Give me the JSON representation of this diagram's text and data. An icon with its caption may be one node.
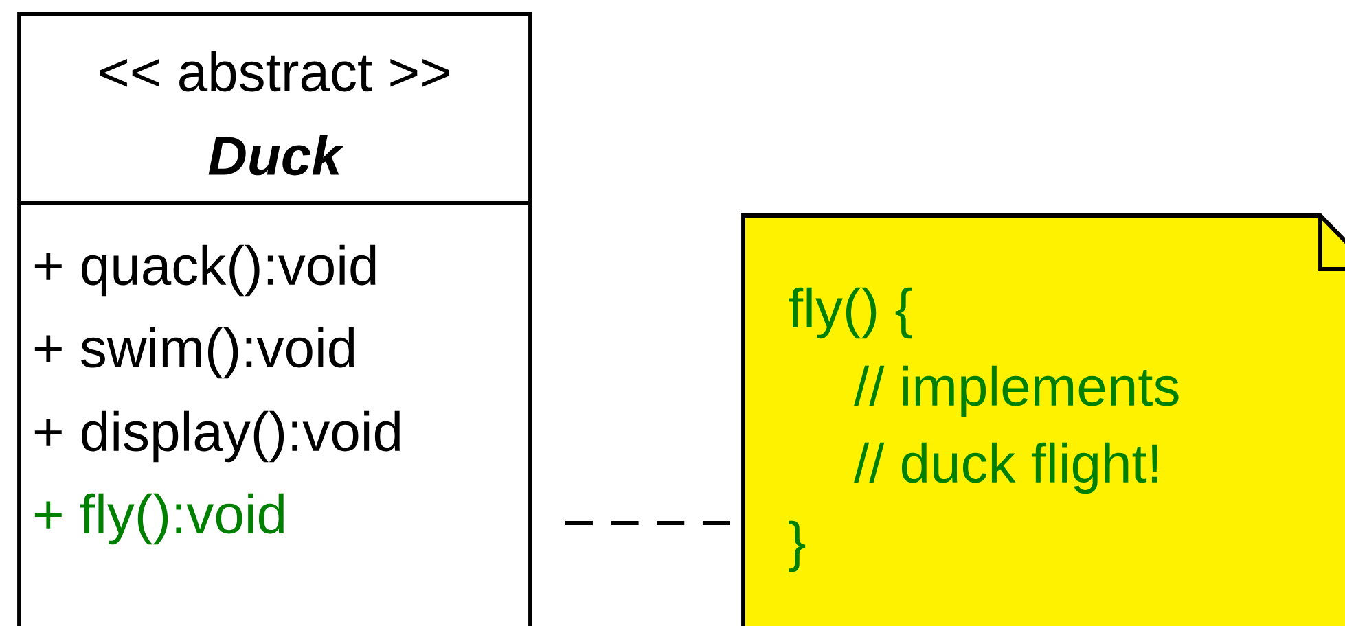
{
  "diagram": {
    "nodes": [
      {
        "text": [
          "<<  abstract >>",
          "Duck",
          "+ quack():void",
          "+ swim():void",
          "+ display():void",
          "+ fly():void"
        ]
      },
      {
        "text": [
          "fly() {",
          "// implements",
          "// duck flight!",
          "}"
        ]
      }
    ],
    "edges": [
      {
        "from": 0,
        "to": 1,
        "arrow": "none",
        "style": "dashed"
      }
    ]
  }
}
